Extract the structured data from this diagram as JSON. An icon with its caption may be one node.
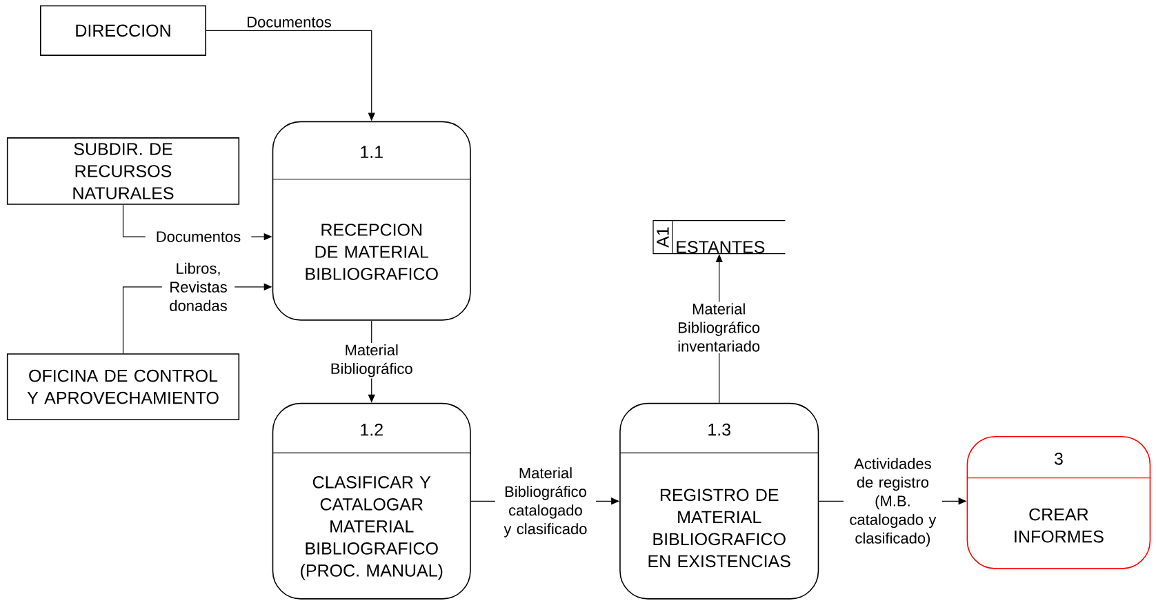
{
  "diagram": {
    "nodes": [
      {
        "text": [
          "DIRECCION"
        ]
      },
      {
        "text": [
          "SUBDIR. DE RECURSOS NATURALES"
        ]
      },
      {
        "text": [
          "OFICINA DE CONTROL Y APROVECHAMIENTO"
        ]
      },
      {
        "text": [
          "1.1",
          "RECEPCION DE MATERIAL BIBLIOGRAFICO"
        ]
      },
      {
        "text": [
          "1.2",
          "CLASIFICAR Y CATALOGAR MATERIAL BIBLIOGRAFICO (PROC. MANUAL)"
        ]
      },
      {
        "text": [
          "1.3",
          "REGISTRO DE MATERIAL BIBLIOGRAFICO EN EXISTENCIAS"
        ]
      },
      {
        "text": [
          "A1",
          "ESTANTES"
        ]
      },
      {
        "text": [
          "3",
          "CREAR INFORMES"
        ]
      }
    ],
    "edges": [
      {
        "from": 0,
        "to": 3,
        "arrow": "to",
        "label": "Documentos"
      },
      {
        "from": 1,
        "to": 3,
        "arrow": "to",
        "label": "Documentos"
      },
      {
        "from": 2,
        "to": 3,
        "arrow": "to",
        "label": "Libros, Revistas donadas"
      },
      {
        "from": 3,
        "to": 4,
        "arrow": "to",
        "label": "Material Bibliográfico"
      },
      {
        "from": 4,
        "to": 5,
        "arrow": "to",
        "label": "Material Bibliográfico catalogado y clasificado"
      },
      {
        "from": 5,
        "to": 6,
        "arrow": "to",
        "label": "Material Bibliográfico inventariado"
      },
      {
        "from": 5,
        "to": 7,
        "arrow": "to",
        "label": "Actividades de registro (M.B. catalogado y clasificado)"
      }
    ]
  }
}
